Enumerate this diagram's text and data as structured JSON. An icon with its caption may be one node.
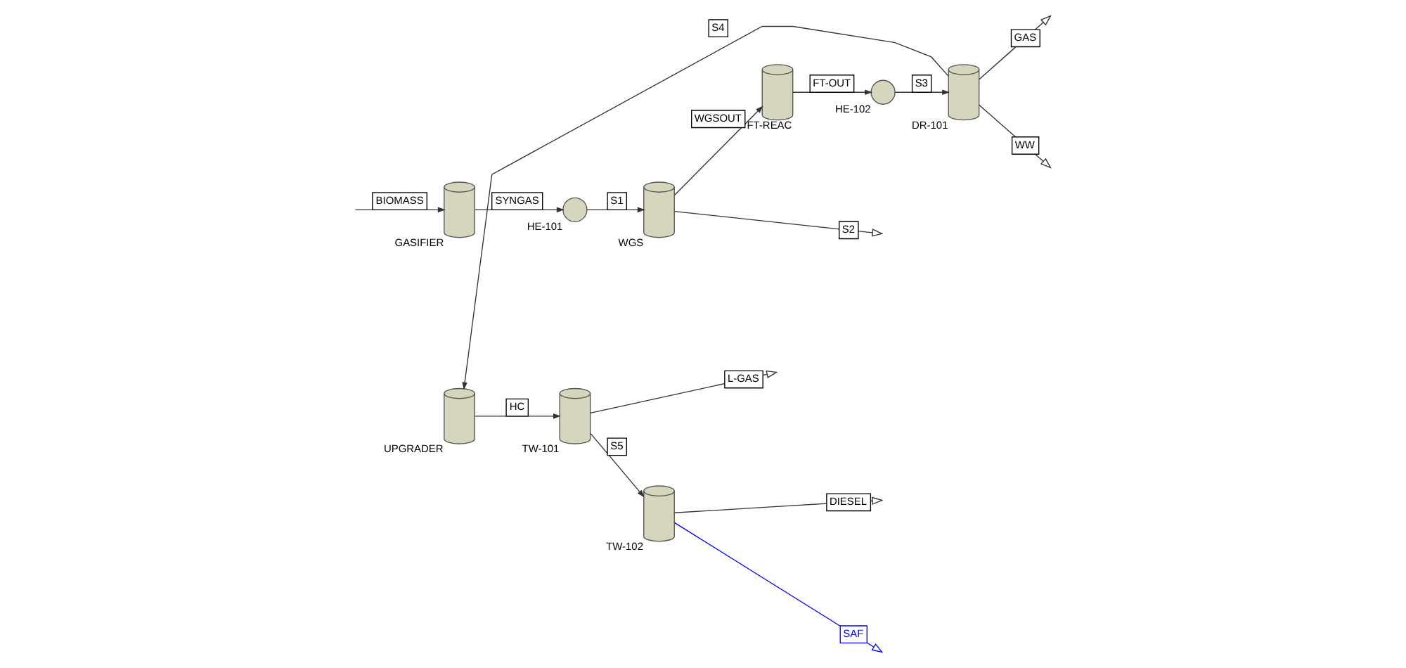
{
  "diagram": {
    "nodes": [
      {
        "text": [],
        "shape": "cylinder",
        "beside": [
          "GASIFIER"
        ]
      },
      {
        "text": [],
        "shape": "circle",
        "beside": [
          "HE-101"
        ]
      },
      {
        "text": [],
        "shape": "cylinder",
        "beside": [
          "WGS"
        ]
      },
      {
        "text": [],
        "shape": "cylinder",
        "beside": [
          "FT-REAC"
        ]
      },
      {
        "text": [],
        "shape": "circle",
        "beside": [
          "HE-102"
        ]
      },
      {
        "text": [],
        "shape": "cylinder",
        "beside": [
          "DR-101"
        ]
      },
      {
        "text": [],
        "shape": "cylinder",
        "beside": [
          "UPGRADER"
        ]
      },
      {
        "text": [],
        "shape": "cylinder",
        "beside": [
          "TW-101"
        ]
      },
      {
        "text": [],
        "shape": "cylinder",
        "beside": [
          "TW-102"
        ]
      }
    ],
    "edges": [
      {
        "from": null,
        "to": 0,
        "arrow": "to",
        "label": "BIOMASS"
      },
      {
        "from": 0,
        "to": 1,
        "arrow": "to",
        "label": "SYNGAS"
      },
      {
        "from": 1,
        "to": 2,
        "arrow": "to",
        "label": "S1"
      },
      {
        "from": 2,
        "to": 3,
        "arrow": "to",
        "label": "WGSOUT"
      },
      {
        "from": 2,
        "to": null,
        "arrow": "to",
        "label": "S2"
      },
      {
        "from": 3,
        "to": 4,
        "arrow": "to",
        "label": "FT-OUT"
      },
      {
        "from": 4,
        "to": 5,
        "arrow": "to",
        "label": "S3"
      },
      {
        "from": 5,
        "to": null,
        "arrow": "to",
        "label": "GAS"
      },
      {
        "from": 5,
        "to": null,
        "arrow": "to",
        "label": "WW"
      },
      {
        "from": 5,
        "to": 6,
        "arrow": "to",
        "label": "S4"
      },
      {
        "from": 6,
        "to": 7,
        "arrow": "to",
        "label": "HC"
      },
      {
        "from": 7,
        "to": null,
        "arrow": "to",
        "label": "L-GAS"
      },
      {
        "from": 7,
        "to": 8,
        "arrow": "to",
        "label": "S5"
      },
      {
        "from": 8,
        "to": null,
        "arrow": "to",
        "label": "SAF",
        "color": "#0000ff"
      },
      {
        "from": 8,
        "to": null,
        "arrow": "to",
        "label": "DIESEL"
      }
    ]
  }
}
